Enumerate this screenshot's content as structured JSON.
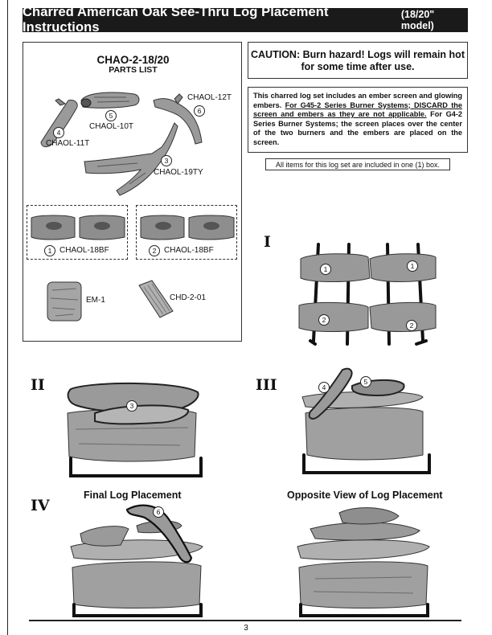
{
  "header": {
    "title": "Charred American Oak See-Thru Log Placement Instructions",
    "model": "(18/20\" model)"
  },
  "parts_list": {
    "heading": "CHAO-2-18/20",
    "subheading": "PARTS LIST",
    "parts": [
      {
        "number": "5",
        "code": "CHAOL-10T"
      },
      {
        "number": "6",
        "code": "CHAOL-12T"
      },
      {
        "number": "4",
        "code": "CHAOL-11T"
      },
      {
        "number": "3",
        "code": "CHAOL-19TY"
      },
      {
        "number": "1",
        "code": "CHAOL-18BF"
      },
      {
        "number": "2",
        "code": "CHAOL-18BF"
      },
      {
        "code": "EM-1"
      },
      {
        "code": "CHD-2-01"
      }
    ]
  },
  "caution": {
    "line1": "CAUTION:  Burn hazard! Logs will remain hot",
    "line2": "for some time after use."
  },
  "info": {
    "part1": "This charred log set includes an ember screen and glowing embers. ",
    "part2": "For G45-2 Series Burner Systems; DISCARD the screen and embers as they are not applicable.",
    "part3": " For G4-2 Series Burner Systems; the screen places over the center of the two burners and the embers are placed on the screen."
  },
  "items_note": "All items for this log set are included in one (1) box.",
  "steps": [
    {
      "numeral": "I",
      "markers": [
        "1",
        "1",
        "2",
        "2"
      ]
    },
    {
      "numeral": "II",
      "markers": [
        "3"
      ]
    },
    {
      "numeral": "III",
      "markers": [
        "4",
        "5"
      ]
    },
    {
      "numeral": "IV",
      "caption": "Final Log Placement",
      "markers": [
        "6"
      ]
    }
  ],
  "opposite_view": {
    "caption": "Opposite View of Log Placement"
  },
  "footer": {
    "page_number": "3"
  },
  "colors": {
    "title_bar": "#1a1a1a",
    "log_fill": "#9a9a9a",
    "log_dark": "#4a4a4a",
    "grate": "#111111"
  }
}
